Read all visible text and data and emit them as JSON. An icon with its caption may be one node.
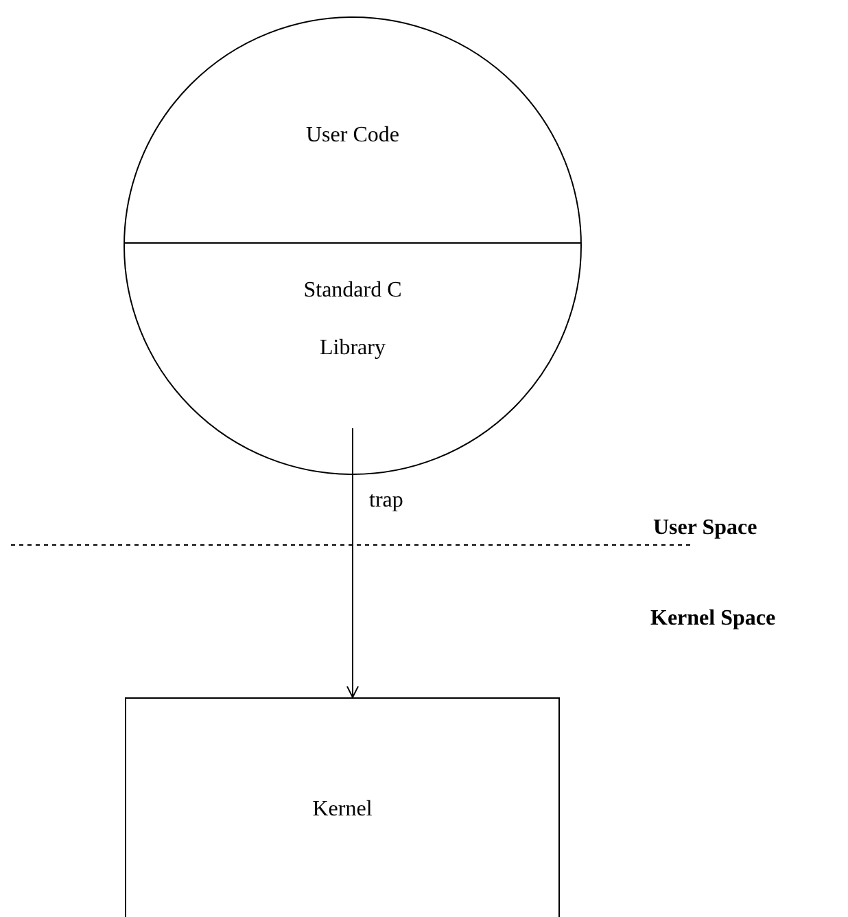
{
  "diagram": {
    "nodes": [
      {
        "text": [],
        "shape": "circle"
      },
      {
        "text": [
          "User Code"
        ],
        "in": 0
      },
      {
        "text": [
          "Standard C Library"
        ],
        "in": 0
      },
      {
        "text": [
          "Kernel"
        ]
      }
    ],
    "edges": [
      {
        "from": 2,
        "to": 3,
        "arrow": "to",
        "label": "trap"
      }
    ],
    "labels": [
      "User Space",
      "Kernel Space"
    ]
  }
}
